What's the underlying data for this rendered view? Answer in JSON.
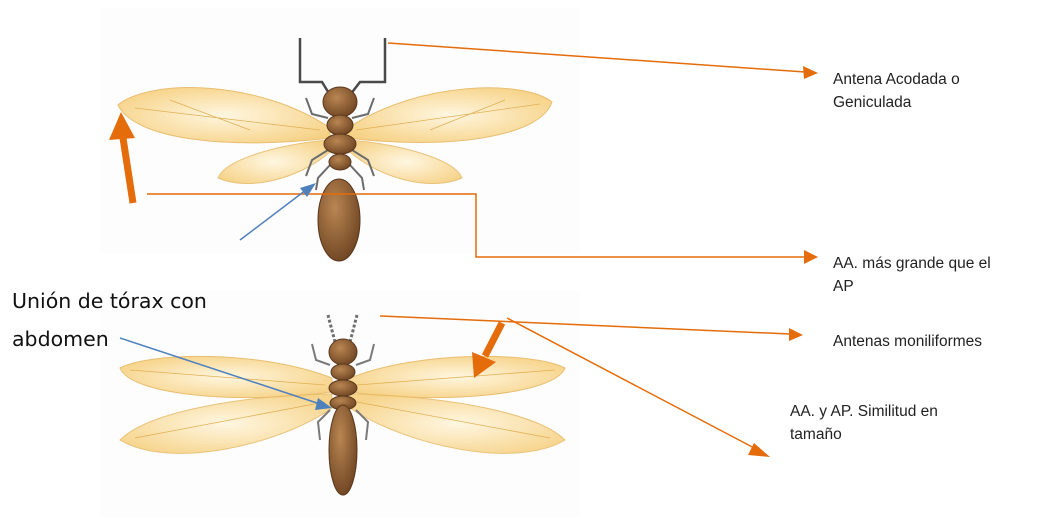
{
  "labels": {
    "top_antenna": "Antena Acodada o\nGeniculada",
    "top_wings": "AA. más grande que el\nAP",
    "bottom_antenna": "Antenas moniliformes",
    "bottom_wings": "AA. y AP. Similitud en\ntamaño",
    "junction": "Unión de tórax con\nabdomen"
  },
  "colors": {
    "arrow_orange": "#E46C0A",
    "pointer_blue": "#4F81BD",
    "wing_fill": "#FBE3AE",
    "body_brown": "#8B5E34"
  }
}
